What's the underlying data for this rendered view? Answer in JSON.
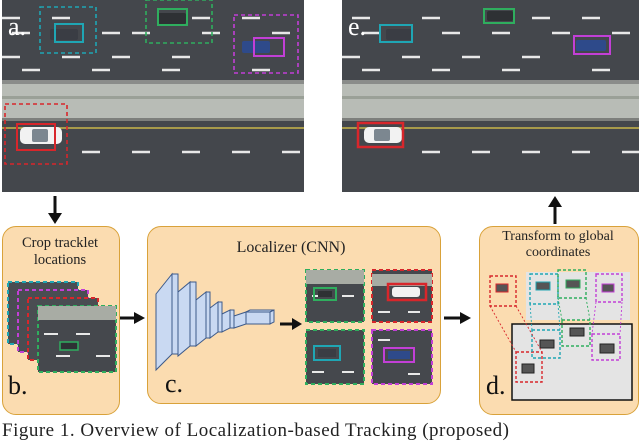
{
  "panel_labels": {
    "a": "a.",
    "b": "b.",
    "c": "c.",
    "d": "d.",
    "e": "e."
  },
  "crop_title": "Crop tracklet locations",
  "localizer_title": "Localizer (CNN)",
  "transform_title": "Transform to global coordinates",
  "caption": "Figure 1. Overview of Localization-based Tracking (proposed)",
  "colors": {
    "panel_fill": "#fbdcb0",
    "panel_border": "#d9a23a",
    "road": "#3e4146",
    "red": "#d8262b",
    "teal": "#1fa6b4",
    "green": "#2fae5e",
    "magenta": "#c23fd6",
    "blue_net": "#c9d9f2"
  },
  "icons": [
    "arrow-down-icon",
    "arrow-up-icon",
    "arrow-right-icon"
  ]
}
